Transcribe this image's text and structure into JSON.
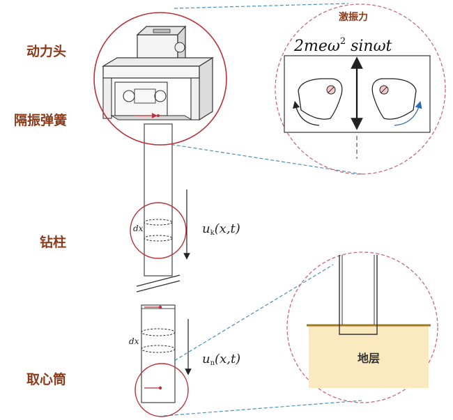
{
  "labels": {
    "power_head": "动力头",
    "isolation_spring": "隔振弹簧",
    "drill_string": "钻柱",
    "core_barrel": "取心筒",
    "exciting_force": "激振力",
    "stratum": "地层"
  },
  "formula": {
    "force_prefix": "2meω",
    "force_exp": "2",
    "force_suffix": " sinωt"
  },
  "annotations": {
    "dx_upper": "dx",
    "dx_lower": "dx",
    "disp_k_var": "u",
    "disp_k_sub": "k",
    "disp_k_args": "(x,t)",
    "disp_n_var": "u",
    "disp_n_sub": "n",
    "disp_n_args": "(x,t)"
  },
  "colors": {
    "label_brown": "#8b3a1a",
    "circle_red": "#b8323a",
    "dash_pink": "#c76a7a",
    "dash_blue": "#4a8fb8",
    "stratum_fill": "#fbe9c0",
    "stratum_line": "#9c7a26",
    "arrow_blue": "#2a6db0"
  }
}
